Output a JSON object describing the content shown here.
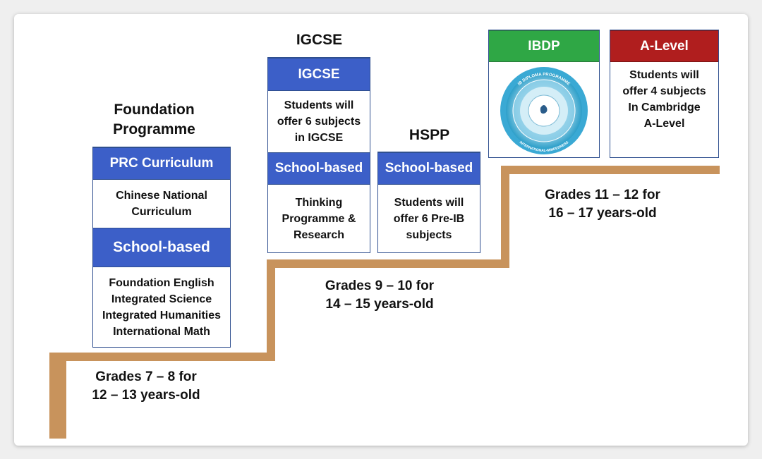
{
  "colors": {
    "stair": "#c8935c",
    "header_blue": "#3c5fc8",
    "header_green": "#2fa745",
    "header_red": "#b01e1e",
    "border": "#2f4f8f"
  },
  "foundation": {
    "title": "Foundation\nProgramme",
    "prc_header": "PRC Curriculum",
    "prc_body": "Chinese National\nCurriculum",
    "school_header": "School-based",
    "school_body": "Foundation English\nIntegrated Science\nIntegrated Humanities\nInternational Math",
    "grade_text": "Grades 7 – 8 for\n12 – 13 years-old"
  },
  "igcse": {
    "title": "IGCSE",
    "header": "IGCSE",
    "body": "Students will\noffer 6 subjects\nin IGCSE",
    "school_header": "School-based",
    "school_body": "Thinking\nProgramme &\nResearch"
  },
  "hspp": {
    "title": "HSPP",
    "header": "School-based",
    "body": "Students will\noffer 6 Pre-IB\nsubjects",
    "grade_text": "Grades 9 – 10 for\n14 – 15 years-old"
  },
  "ibdp": {
    "header": "IBDP",
    "logo_icon": "ib-diploma-programme-model-icon",
    "logo_top_text": "IB DIPLOMA PROGRAMME",
    "logo_bottom_text": "INTERNATIONAL-MINDEDNESS"
  },
  "alevel": {
    "header": "A-Level",
    "body": "Students will\noffer 4 subjects\nIn Cambridge\nA-Level",
    "grade_text": "Grades 11 – 12 for\n16 – 17 years-old"
  }
}
